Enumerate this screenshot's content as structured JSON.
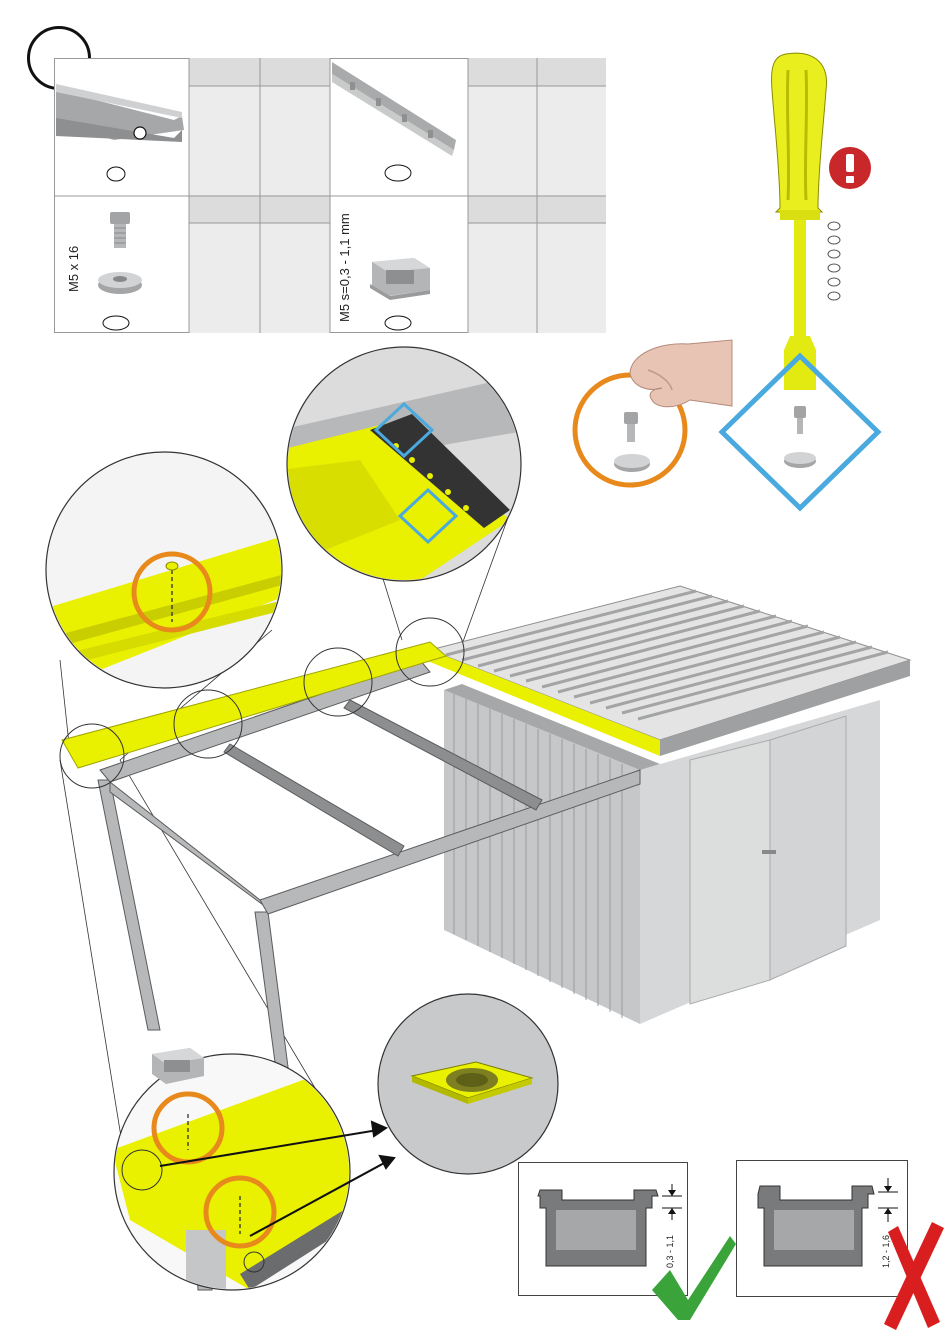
{
  "parts": {
    "bolt_label": "M5 x 16",
    "cage_nut_label": "M5 s=0,3 - 1,1 mm"
  },
  "gauge": {
    "ok_label": "0,3 - 1,1",
    "bad_label": "1,2 - 1,6"
  },
  "colors": {
    "highlight_yellow": "#e9f000",
    "callout_orange": "#e8891c",
    "callout_blue": "#4aa9de",
    "ok_green": "#3aa43a",
    "bad_red": "#d81e1e",
    "warning_red": "#c9282b",
    "metal_grey": "#a9aaab"
  },
  "icons": {
    "warning": "exclamation-warning-icon",
    "ok": "checkmark-icon",
    "bad": "cross-icon",
    "tool": "screwdriver-icon"
  }
}
